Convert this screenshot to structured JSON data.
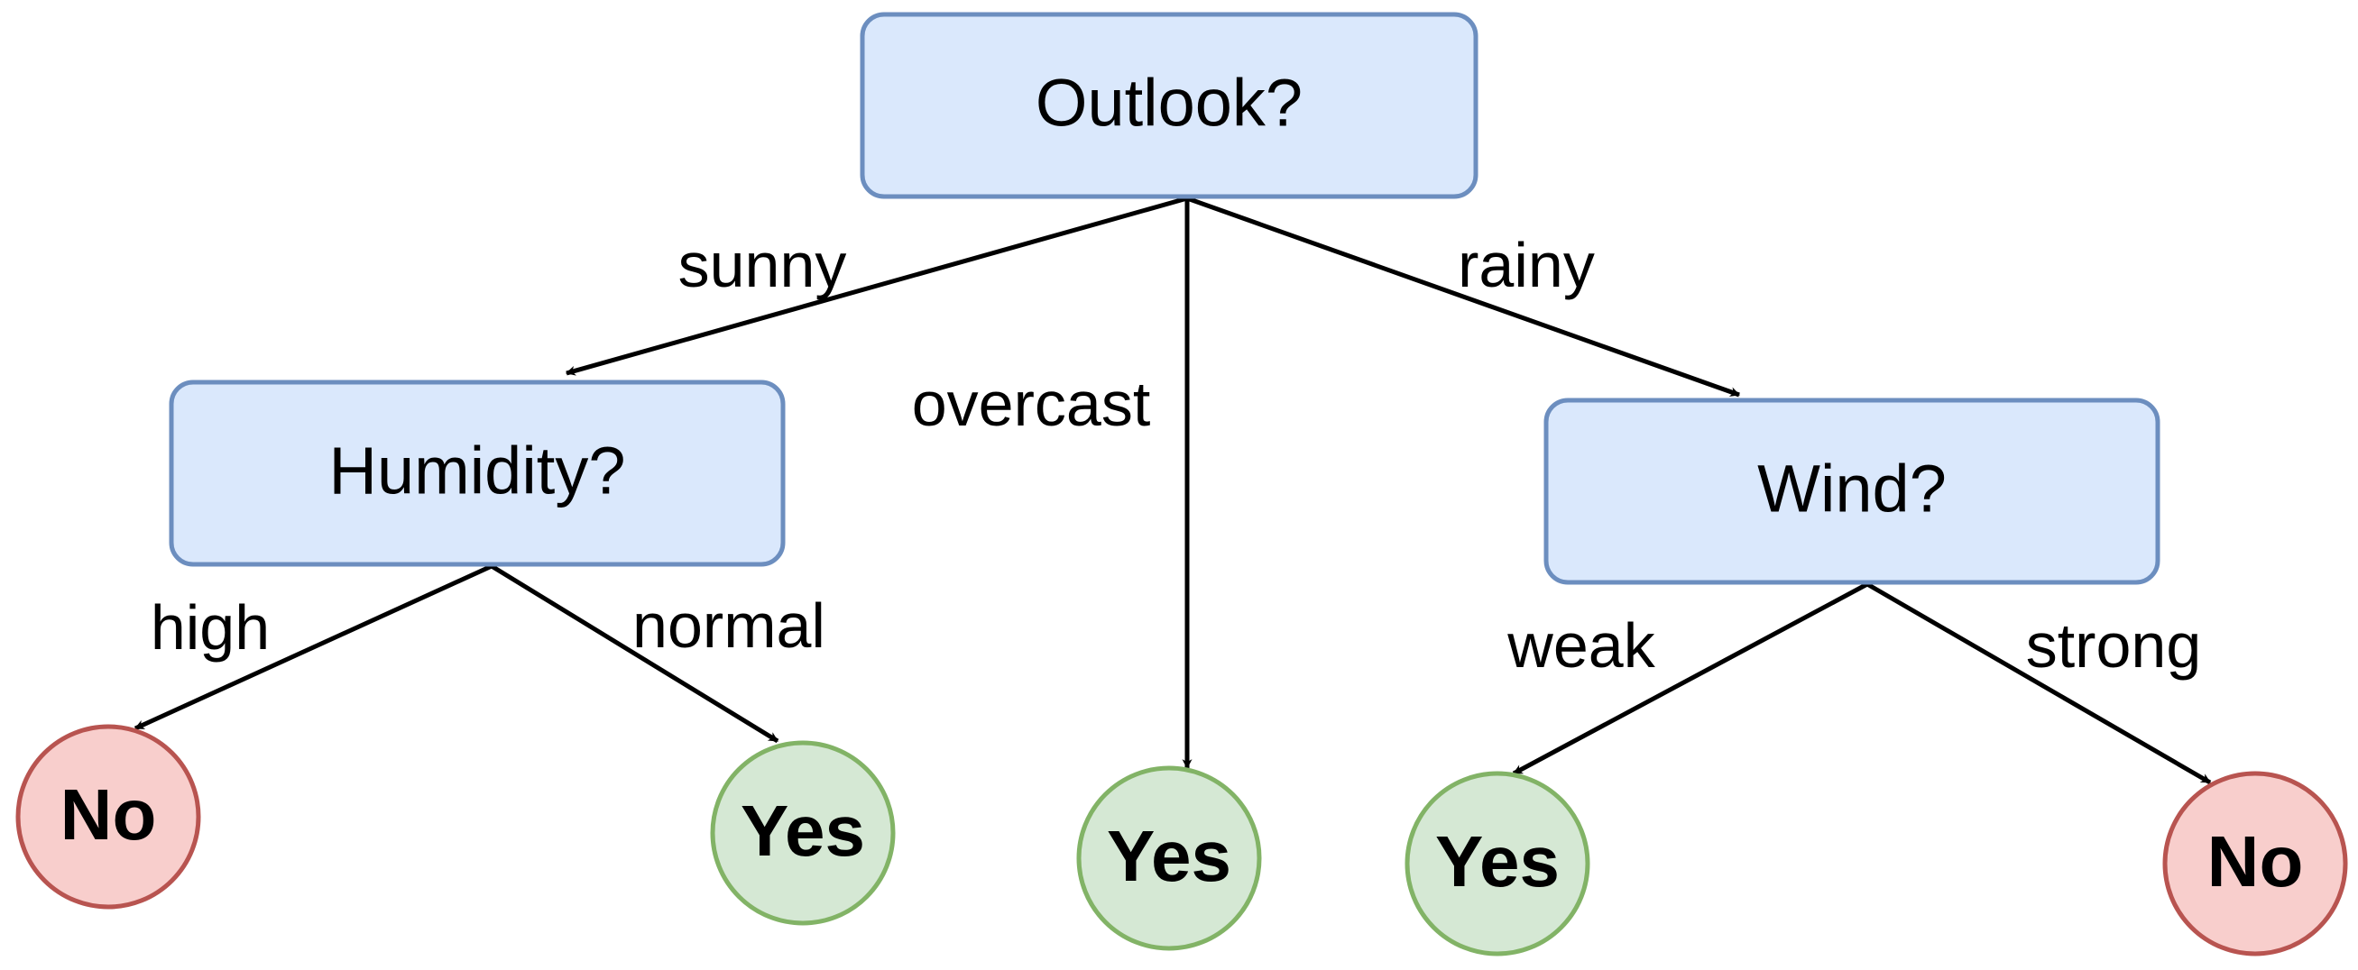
{
  "colors": {
    "decision_fill": "#dae8fc",
    "decision_stroke": "#6c8ebf",
    "no_fill": "#f8cecc",
    "no_stroke": "#b85450",
    "yes_fill": "#d5e8d4",
    "yes_stroke": "#82b366",
    "edge": "#000000"
  },
  "nodes": {
    "outlook": {
      "label": "Outlook?"
    },
    "humidity": {
      "label": "Humidity?"
    },
    "wind": {
      "label": "Wind?"
    },
    "leaf_high": {
      "label": "No"
    },
    "leaf_normal": {
      "label": "Yes"
    },
    "leaf_overcast": {
      "label": "Yes"
    },
    "leaf_weak": {
      "label": "Yes"
    },
    "leaf_strong": {
      "label": "No"
    }
  },
  "edges": {
    "sunny": {
      "label": "sunny"
    },
    "overcast": {
      "label": "overcast"
    },
    "rainy": {
      "label": "rainy"
    },
    "high": {
      "label": "high"
    },
    "normal": {
      "label": "normal"
    },
    "weak": {
      "label": "weak"
    },
    "strong": {
      "label": "strong"
    }
  }
}
